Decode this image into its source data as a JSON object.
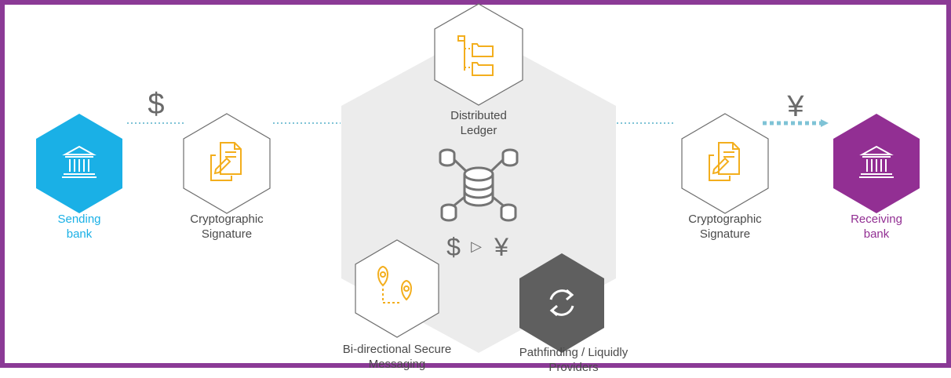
{
  "colors": {
    "frame": "#8b3a96",
    "sending": "#1ab0e6",
    "receiving": "#922f93",
    "gold": "#f3ae1d",
    "gray_icon": "#747474",
    "dark_hex": "#5f5f5f",
    "bg_hex": "#ececec",
    "dotted": "#7fc3d6"
  },
  "nodes": {
    "sending_bank": {
      "line1": "Sending",
      "line2": "bank",
      "icon": "bank-icon"
    },
    "crypto_left": {
      "line1": "Cryptographic",
      "line2": "Signature",
      "icon": "document-pen-icon"
    },
    "ledger": {
      "line1": "Distributed",
      "line2": "Ledger",
      "icon": "folder-tree-icon"
    },
    "database": {
      "icon": "database-network-icon"
    },
    "messaging": {
      "line1": "Bi-directional Secure",
      "line2": "Messaging",
      "icon": "map-pin-route-icon"
    },
    "pathfinding": {
      "line1": "Pathfinding / Liquidly",
      "line2": "Providers",
      "icon": "refresh-icon"
    },
    "crypto_right": {
      "line1": "Cryptographic",
      "line2": "Signature",
      "icon": "document-pen-icon"
    },
    "receiving_bank": {
      "line1": "Receiving",
      "line2": "bank",
      "icon": "bank-icon"
    }
  },
  "currency": {
    "left": "$",
    "right": "¥",
    "center_from": "$",
    "center_arrow": "▷",
    "center_to": "¥"
  }
}
